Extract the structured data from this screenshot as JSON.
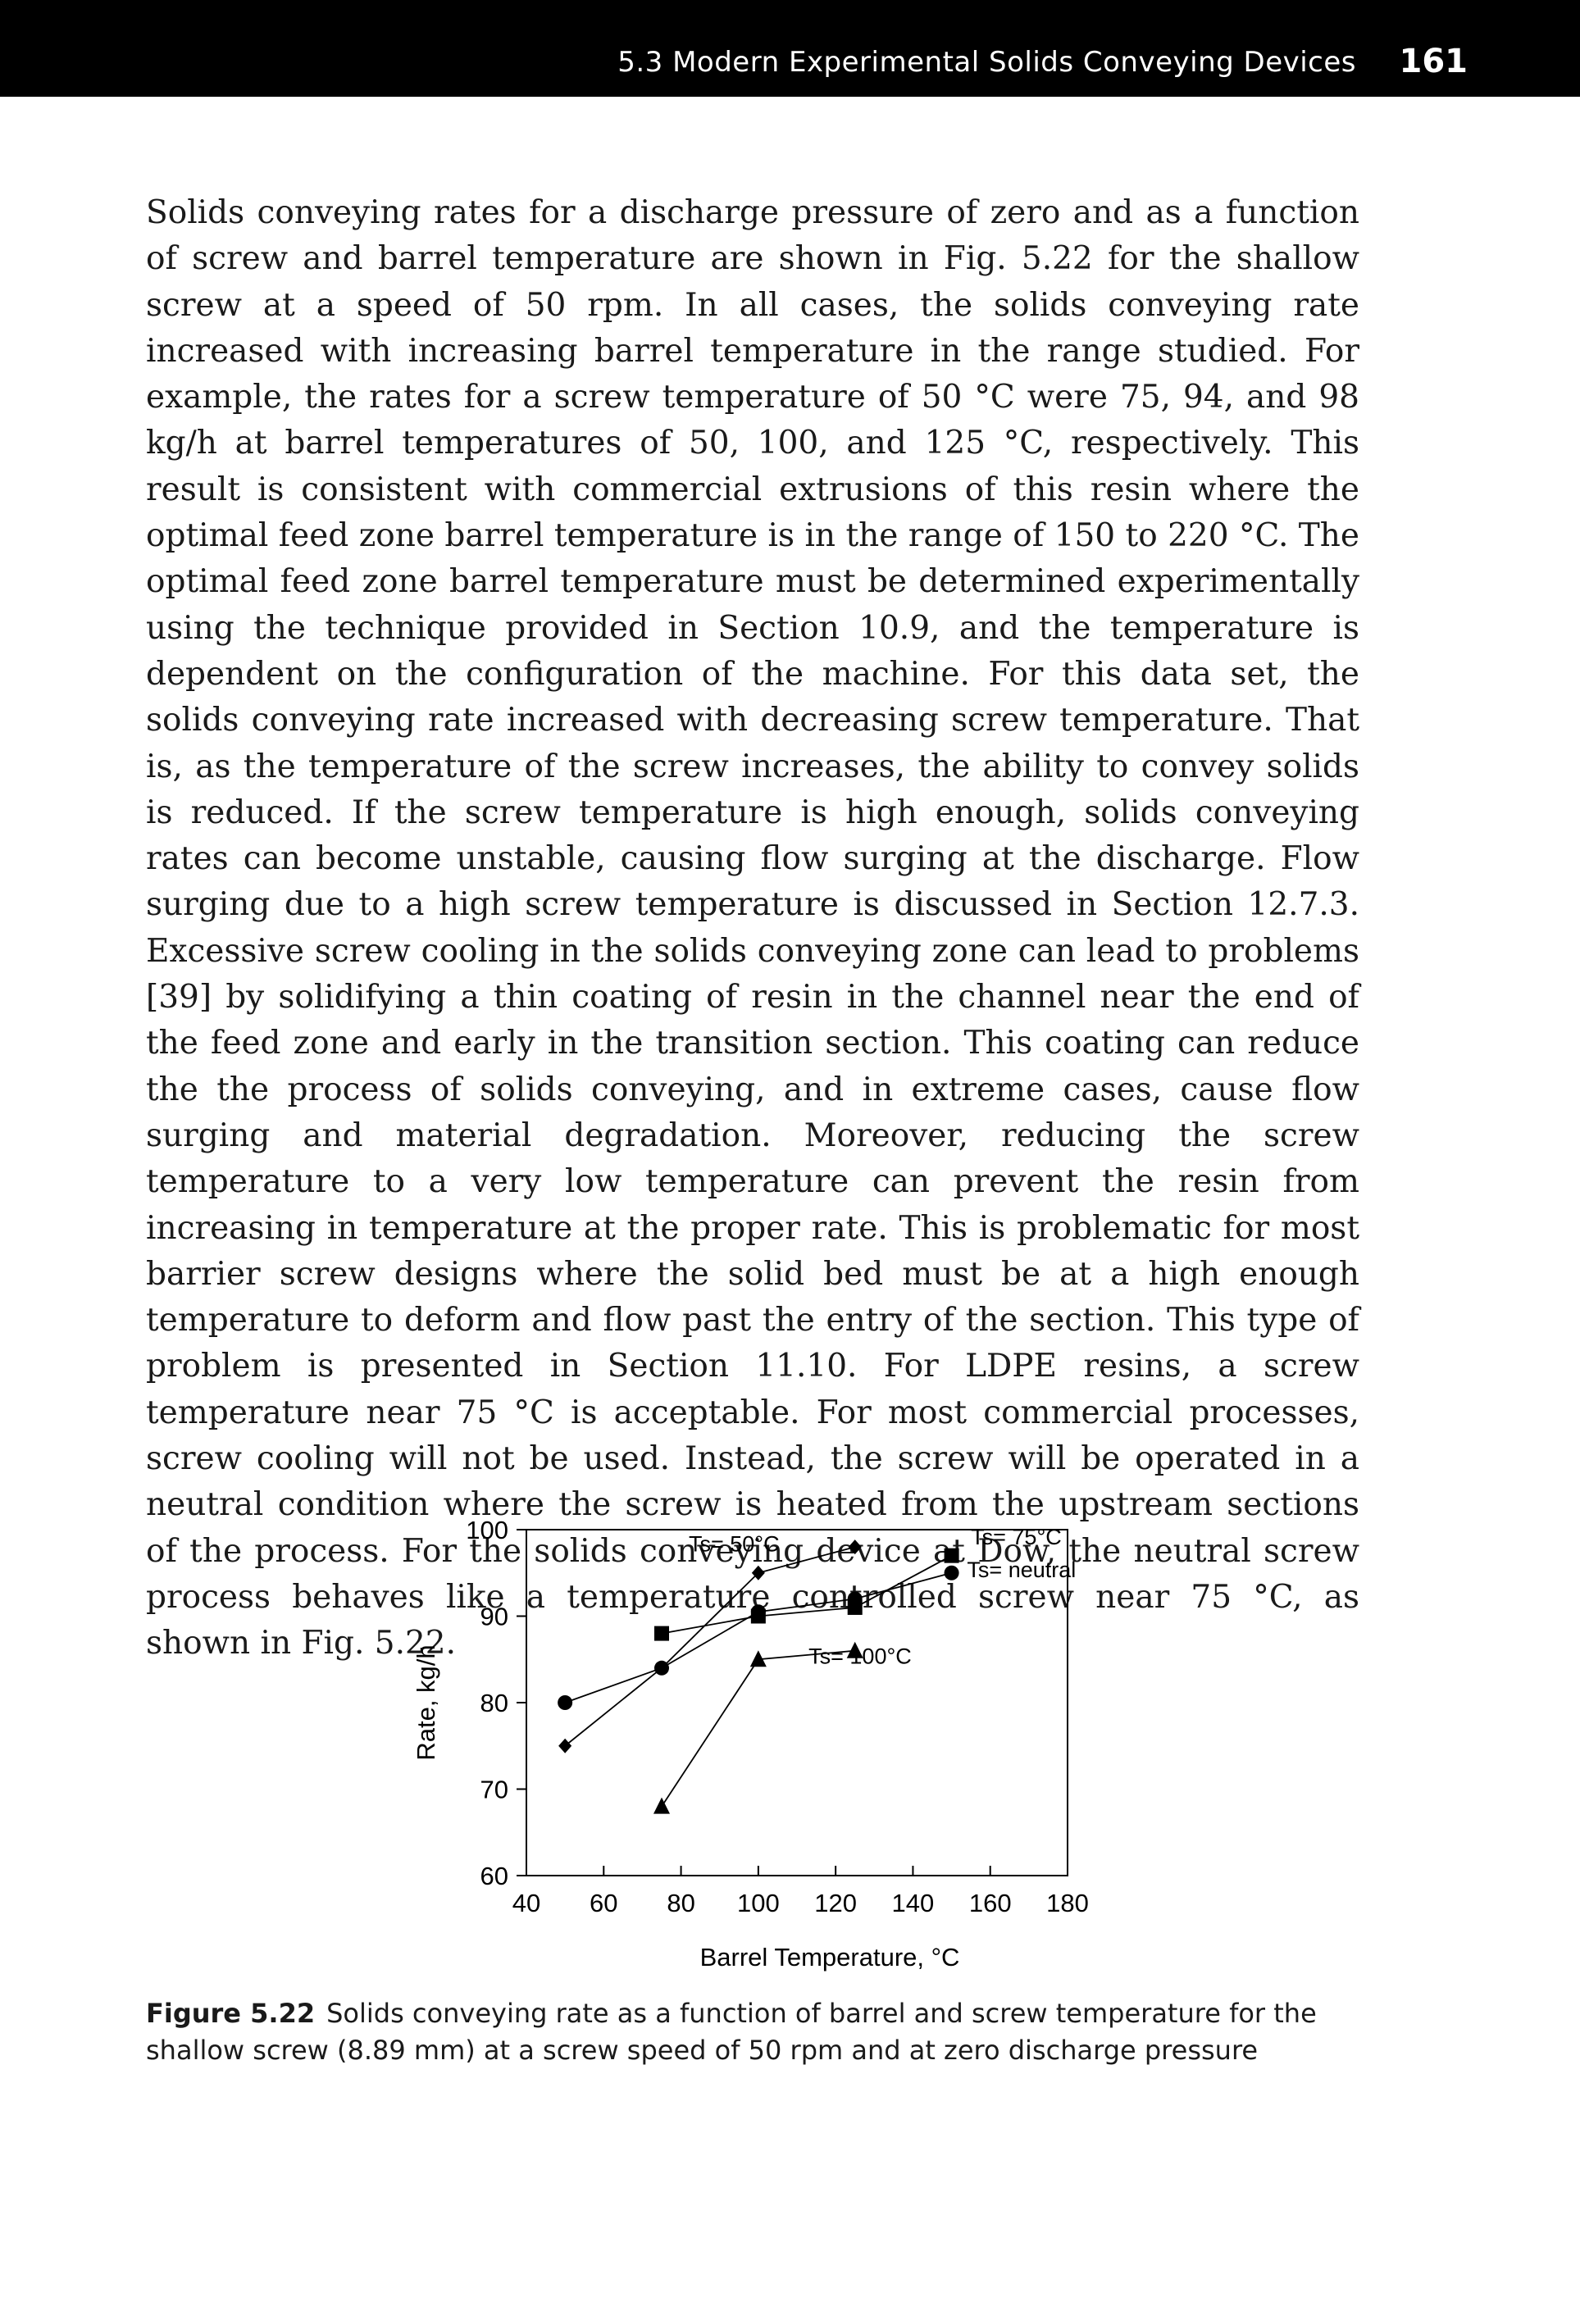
{
  "header": {
    "title": "5.3 Modern Experimental Solids Conveying Devices",
    "page_number": "161"
  },
  "body": {
    "paragraph": "Solids conveying rates for a discharge pressure of zero and as a function of screw and barrel temperature are shown in Fig. 5.22 for the shallow screw at a speed of 50 rpm. In all cases, the solids conveying rate increased with increasing barrel temperature in the range studied. For example, the rates for a screw temperature of 50 °C were 75, 94, and 98 kg/h at barrel temperatures of 50, 100, and 125 °C, respectively. This result is consistent with commercial extrusions of this resin where the optimal feed zone barrel temperature is in the range of 150 to 220 °C. The optimal feed zone barrel temperature must be determined experimentally using the technique provided in Section 10.9, and the temperature is dependent on the configuration of the machine. For this data set, the solids conveying rate increased with decreasing screw temperature. That is, as the temperature of the screw increases, the ability to convey solids is reduced. If the screw temperature is high enough, solids conveying rates can become unstable, causing flow surging at the discharge. Flow surging due to a high screw temperature is discussed in Sec­tion 12.7.3. Excessive screw cooling in the solids conveying zone can lead to prob­lems [39] by solidifying a thin coating of resin in the channel near the end of the feed zone and early in the transition section. This coating can reduce the the pro­cess of solids conveying, and in extreme cases, cause flow surging and material degradation. Moreover, reducing the screw temperature to a very low temperature can prevent the resin from increasing in temperature at the proper rate. This is problematic for most barrier screw designs where the solid bed must be at a high enough temperature to deform and flow past the entry of the section. This type of problem is presented in Section 11.10. For LDPE resins, a screw temperature near 75 °C is acceptable. For most commercial processes, screw cooling will not be used. Instead, the screw will be operated in a neutral condition where the screw is heated from the upstream sections of the process. For the solids conveying device at Dow, the neutral screw process behaves like a temperature controlled screw near 75 °C, as shown in Fig. 5.22."
  },
  "figure": {
    "caption_label": "Figure 5.22",
    "caption_text": "Solids conveying rate as a function of barrel and screw temperature for the shallow screw (8.89 mm) at a screw speed of 50 rpm and at zero discharge pressure"
  },
  "chart_data": {
    "type": "line",
    "xlabel": "Barrel Temperature, °C",
    "ylabel": "Rate, kg/h",
    "xlim": [
      40,
      180
    ],
    "ylim": [
      60,
      100
    ],
    "xticks": [
      40,
      60,
      80,
      100,
      120,
      140,
      160,
      180
    ],
    "yticks": [
      60,
      70,
      80,
      90,
      100
    ],
    "grid": false,
    "series": [
      {
        "name": "Ts= 50°C",
        "marker": "diamond",
        "x": [
          50,
          75,
          100,
          125
        ],
        "y": [
          75,
          84,
          95,
          98
        ]
      },
      {
        "name": "Ts= 75°C",
        "marker": "square",
        "x": [
          75,
          100,
          125,
          150
        ],
        "y": [
          88,
          90,
          91,
          97
        ]
      },
      {
        "name": "Ts= neutral",
        "marker": "circle",
        "x": [
          50,
          75,
          100,
          125,
          150
        ],
        "y": [
          80,
          84,
          90.5,
          92,
          95
        ]
      },
      {
        "name": "Ts= 100°C",
        "marker": "triangle",
        "x": [
          75,
          100,
          125
        ],
        "y": [
          68,
          85,
          86
        ]
      }
    ],
    "annotations": [
      {
        "text": "Ts= 50°C",
        "series": "Ts= 50°C"
      },
      {
        "text": "Ts= 75°C",
        "series": "Ts= 75°C"
      },
      {
        "text": "Ts= neutral",
        "series": "Ts= neutral"
      },
      {
        "text": "Ts= 100°C",
        "series": "Ts= 100°C"
      }
    ]
  }
}
